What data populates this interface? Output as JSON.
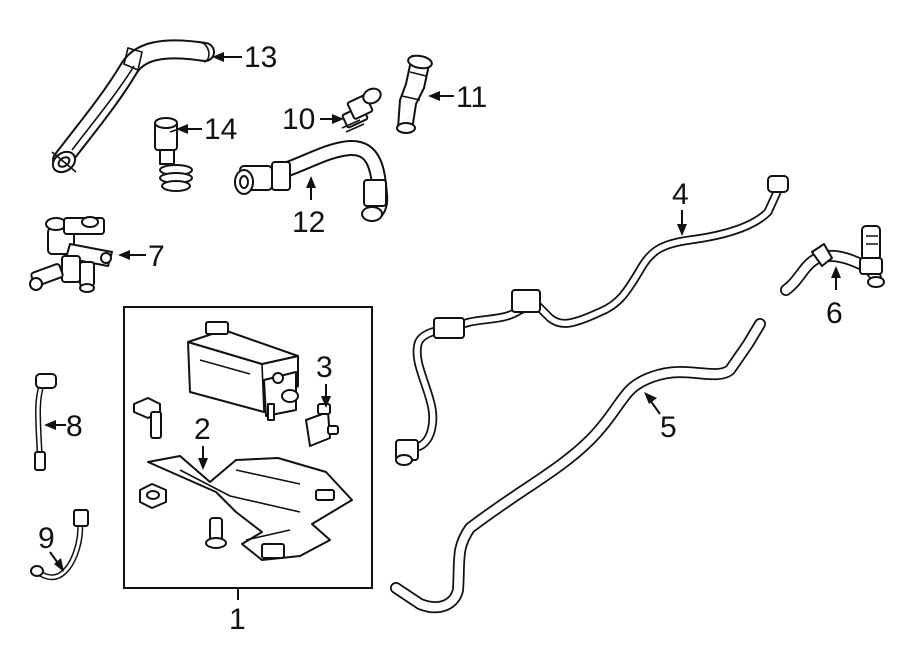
{
  "callouts": {
    "c1": "1",
    "c2": "2",
    "c3": "3",
    "c4": "4",
    "c5": "5",
    "c6": "6",
    "c7": "7",
    "c8": "8",
    "c9": "9",
    "c10": "10",
    "c11": "11",
    "c12": "12",
    "c13": "13",
    "c14": "14"
  },
  "parts": [
    {
      "callout": "1",
      "icon": "canister-assembly-box"
    },
    {
      "callout": "2",
      "icon": "bracket-icon"
    },
    {
      "callout": "3",
      "icon": "sensor-icon"
    },
    {
      "callout": "4",
      "icon": "vapor-line-icon"
    },
    {
      "callout": "5",
      "icon": "tube-icon"
    },
    {
      "callout": "6",
      "icon": "hose-fitting-icon"
    },
    {
      "callout": "7",
      "icon": "valve-icon"
    },
    {
      "callout": "8",
      "icon": "harness-icon"
    },
    {
      "callout": "9",
      "icon": "harness-icon"
    },
    {
      "callout": "10",
      "icon": "connector-icon"
    },
    {
      "callout": "11",
      "icon": "connector-icon"
    },
    {
      "callout": "12",
      "icon": "hose-icon"
    },
    {
      "callout": "13",
      "icon": "hose-icon"
    },
    {
      "callout": "14",
      "icon": "connector-icon"
    }
  ]
}
